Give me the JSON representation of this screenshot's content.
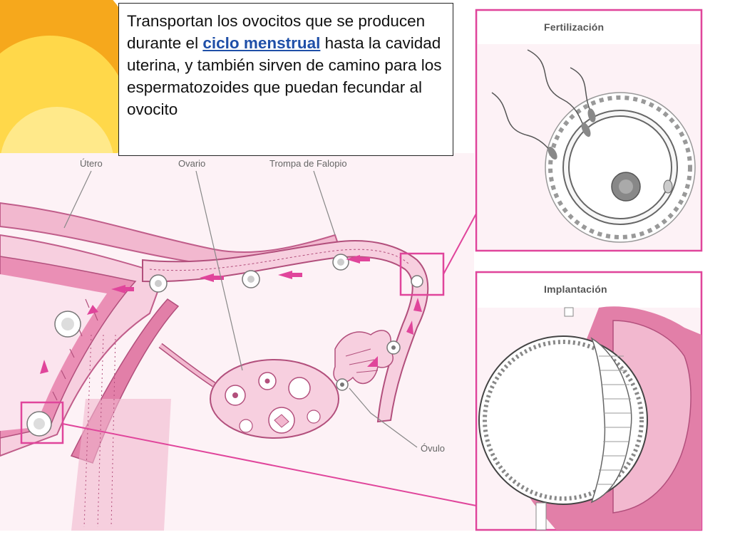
{
  "callout": {
    "text_before": "Transportan los ovocitos que se producen durante el ",
    "link": "ciclo menstrual",
    "text_after": " hasta la cavidad uterina, y también sirven de camino para los espermatozoides que puedan fecundar al ovocito"
  },
  "labels": {
    "utero": "Útero",
    "ovario": "Ovario",
    "trompa": "Trompa de Falopio",
    "ovulo": "Óvulo"
  },
  "panels": {
    "fertilizacion": "Fertilización",
    "implantacion": "Implantación"
  },
  "colors": {
    "accent_pink": "#e0459b",
    "tissue_pink": "#f2b8cf",
    "deep_pink": "#e27fa8",
    "sun_yellow": "#ffd84a",
    "sun_orange": "#f6a81c"
  }
}
